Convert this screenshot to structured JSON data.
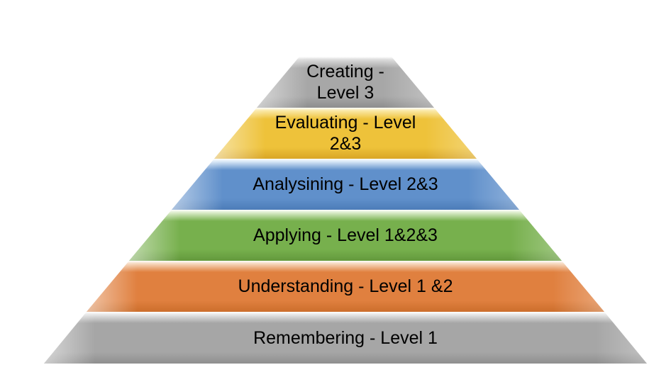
{
  "pyramid": {
    "background": "#ffffff",
    "text_color": "#000000",
    "levels": [
      {
        "name": "creating",
        "label": "Creating -\nLevel 3",
        "color": "#a7a7a7",
        "highlight": "#dcdcdc",
        "dark": "#8e8e8e"
      },
      {
        "name": "evaluating",
        "label": "Evaluating - Level\n2&3",
        "color": "#eec23a",
        "highlight": "#fbe9a8",
        "dark": "#d9a626"
      },
      {
        "name": "analysining",
        "label": "Analysining - Level 2&3",
        "color": "#6090cb",
        "highlight": "#d8e7f6",
        "dark": "#4c7cb8"
      },
      {
        "name": "applying",
        "label": "Applying - Level 1&2&3",
        "color": "#77b04d",
        "highlight": "#dcedca",
        "dark": "#63993c"
      },
      {
        "name": "understanding",
        "label": "Understanding - Level 1 &2",
        "color": "#e0803f",
        "highlight": "#f6d9bf",
        "dark": "#cc6e2c"
      },
      {
        "name": "remembering",
        "label": "Remembering - Level 1",
        "color": "#a6a6a6",
        "highlight": "#e6e6e6",
        "dark": "#8f8f8f"
      }
    ]
  }
}
